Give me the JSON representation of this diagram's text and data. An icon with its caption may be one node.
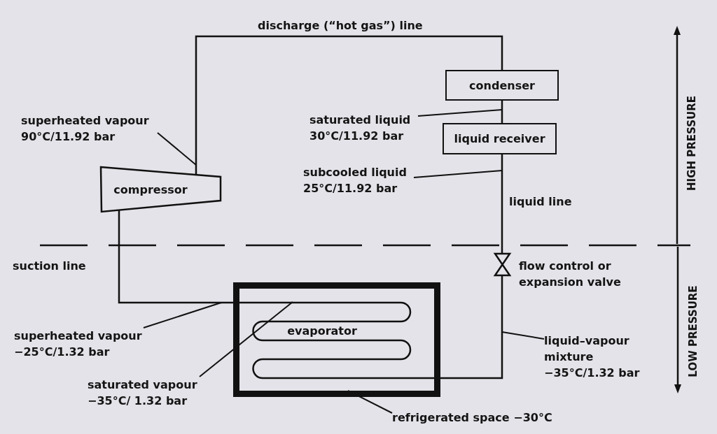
{
  "diagram": {
    "nodes": [
      {
        "text": [
          "compressor"
        ]
      },
      {
        "text": [
          "condenser"
        ]
      },
      {
        "text": [
          "liquid receiver"
        ]
      },
      {
        "text": [],
        "shape": "valve",
        "beside": [
          "flow control or expansion valve"
        ]
      },
      {
        "text": [],
        "shape": "box"
      },
      {
        "text": [
          "evaporator"
        ],
        "in": 4
      },
      {
        "text": [
          "superheated vapour 90°C/11.92 bar"
        ]
      },
      {
        "text": [
          "saturated liquid 30°C/11.92 bar"
        ]
      },
      {
        "text": [
          "subcooled liquid 25°C/11.92 bar"
        ]
      },
      {
        "text": [
          "superheated vapour −25°C/1.32 bar"
        ]
      },
      {
        "text": [
          "saturated vapour −35°C/ 1.32 bar"
        ]
      },
      {
        "text": [
          "liquid–vapour mixture −35°C/1.32 bar"
        ]
      },
      {
        "text": [
          "refrigerated space −30°C"
        ]
      }
    ],
    "edges": [
      {
        "from": 0,
        "to": 1,
        "arrow": "none",
        "label": "discharge (“hot gas”) line"
      },
      {
        "from": 1,
        "to": 2,
        "arrow": "none"
      },
      {
        "from": 2,
        "to": 3,
        "arrow": "none",
        "label": "liquid line"
      },
      {
        "from": 3,
        "to": 5,
        "arrow": "none"
      },
      {
        "from": 5,
        "to": 0,
        "arrow": "none",
        "label": "suction line"
      },
      {
        "from": 6,
        "to": null,
        "arrow": "none"
      },
      {
        "from": 7,
        "to": null,
        "arrow": "none"
      },
      {
        "from": 8,
        "to": null,
        "arrow": "none"
      },
      {
        "from": 9,
        "to": null,
        "arrow": "none"
      },
      {
        "from": 10,
        "to": 5,
        "arrow": "none"
      },
      {
        "from": 11,
        "to": null,
        "arrow": "none"
      },
      {
        "from": 12,
        "to": 4,
        "arrow": "none"
      }
    ],
    "labels": [
      "HIGH PRESSURE",
      "LOW PRESSURE"
    ]
  }
}
